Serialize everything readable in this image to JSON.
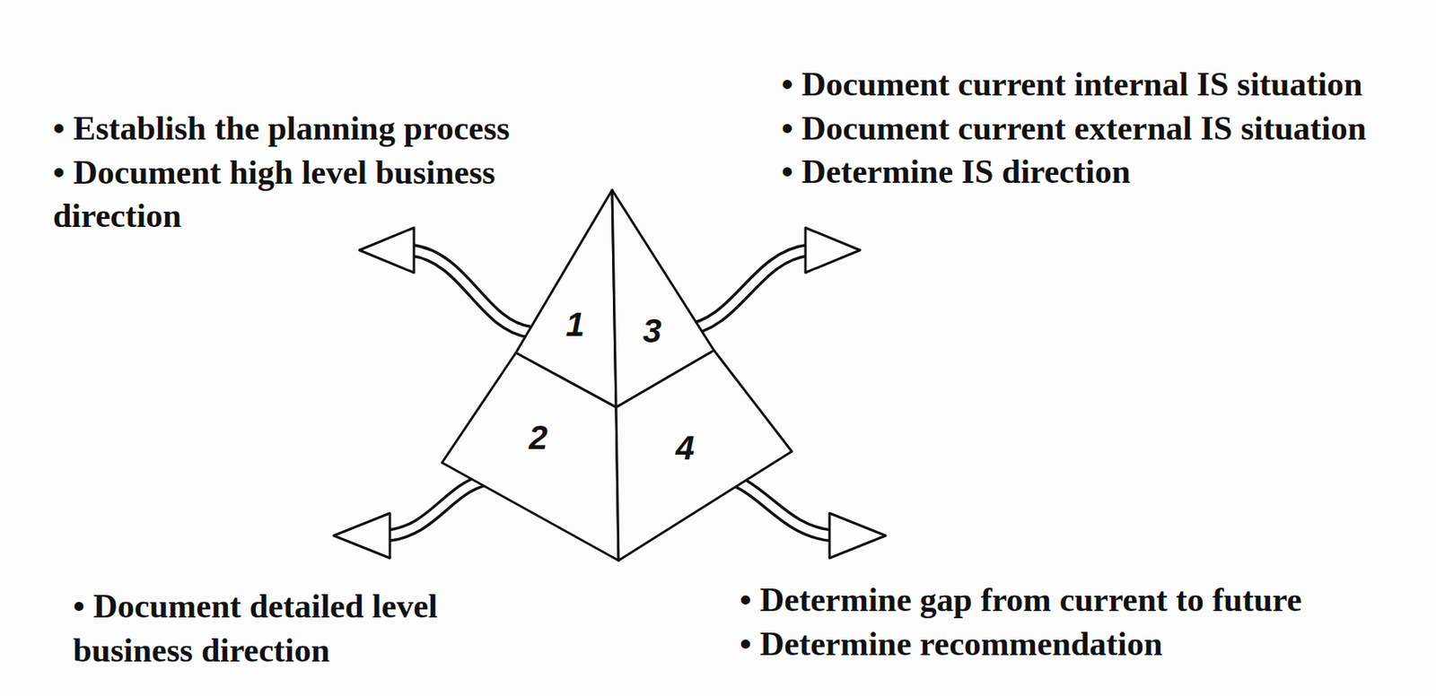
{
  "diagram": {
    "nodes": [
      {
        "text": [
          "1"
        ]
      },
      {
        "text": [
          "3"
        ]
      },
      {
        "text": [
          "2"
        ]
      },
      {
        "text": [
          "4"
        ]
      }
    ],
    "labels": [
      "• Establish the planning process",
      "• Document high level business direction",
      "• Document current internal IS situation",
      "• Document current external IS situation",
      "• Determine IS direction",
      "• Document detailed level business direction",
      "• Determine gap from current to future",
      "• Determine recommendation"
    ]
  }
}
